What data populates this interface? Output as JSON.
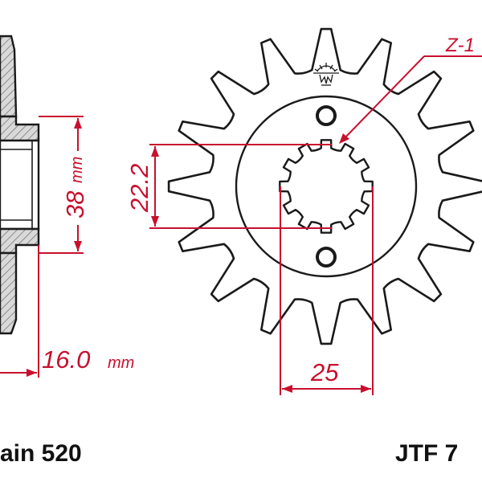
{
  "dimensions": {
    "bore_diameter": "38",
    "bore_unit": "mm",
    "spline_inner": "22.2",
    "spline_outer": "25",
    "width": "16.0",
    "width_unit": "mm",
    "teeth": "Z-1"
  },
  "footer": {
    "chain": "ain 520",
    "part_number": "JTF 7"
  },
  "colors": {
    "dimension_line": "#c8102e",
    "outline": "#1a1a1a",
    "hatch_fill": "#bdbdbd"
  },
  "logo": "crowned-emblem"
}
